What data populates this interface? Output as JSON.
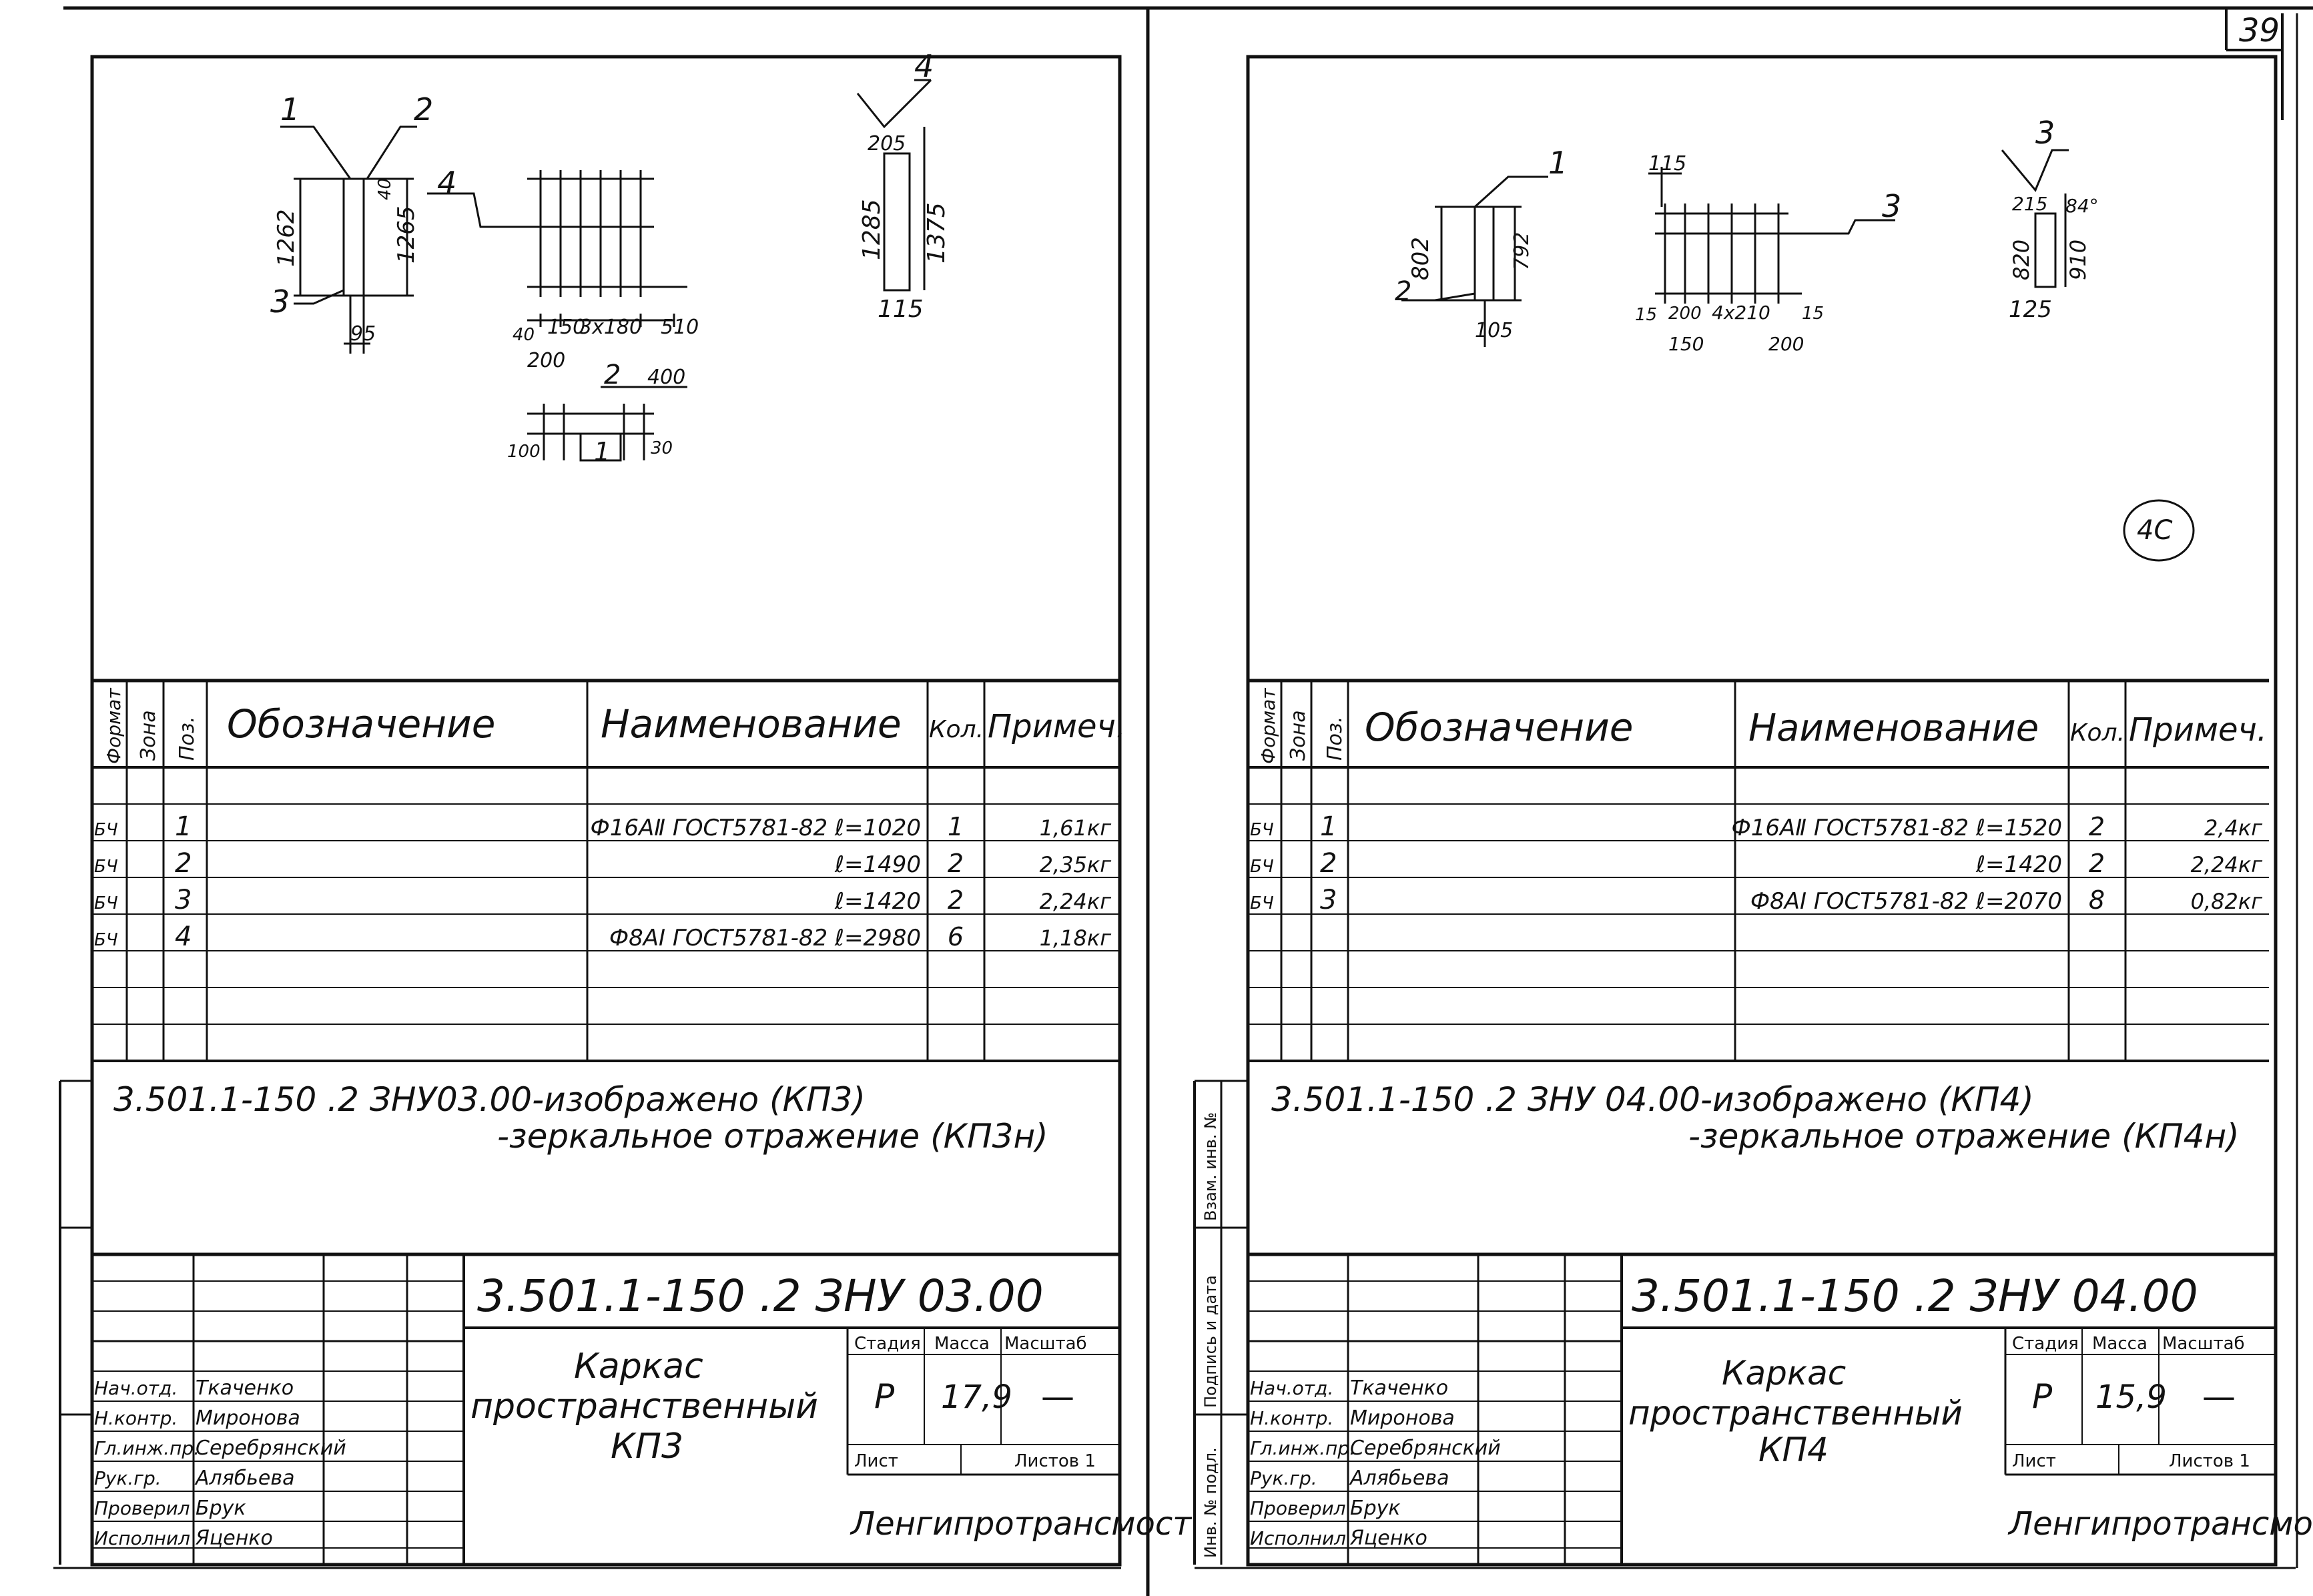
{
  "page_number": "39",
  "side_stamps": [
    "Взам. инв. №",
    "Подпись и дата",
    "Инв. № подл."
  ],
  "table_headers": {
    "format": "Формат",
    "zone": "Зона",
    "pos": "Поз.",
    "designation": "Обозначение",
    "name": "Наименование",
    "qty": "Кол.",
    "note": "Примеч."
  },
  "stage_headers": {
    "stage": "Стадия",
    "mass": "Масса",
    "scale": "Масштаб",
    "sheet": "Лист",
    "sheets": "Листов 1"
  },
  "organization": "Ленгипротрансмост",
  "signers": [
    {
      "role": "Нач.отд.",
      "name": "Ткаченко"
    },
    {
      "role": "Н.контр.",
      "name": "Миронова"
    },
    {
      "role": "Гл.инж.пр.",
      "name": "Серебрянский"
    },
    {
      "role": "Рук.гр.",
      "name": "Алябьева"
    },
    {
      "role": "Проверил",
      "name": "Брук"
    },
    {
      "role": "Исполнил",
      "name": "Яценко"
    }
  ],
  "sheets": [
    {
      "dims": {
        "d1262": "1262",
        "d1265": "1265",
        "d95": "95",
        "d4": "4",
        "d40": "40",
        "d150": "150",
        "d3x180": "3x180",
        "d510": "510",
        "d200": "200",
        "d400": "400",
        "d100": "100",
        "d30": "30",
        "d205": "205",
        "d1285": "1285",
        "d1375": "1375",
        "d115": "115"
      },
      "rows": [
        {
          "format": "БЧ",
          "pos": "1",
          "name": "Ф16АⅡ ГОСТ5781-82 ℓ=1020",
          "qty": "1",
          "note": "1,61кг"
        },
        {
          "format": "БЧ",
          "pos": "2",
          "name": "ℓ=1490",
          "qty": "2",
          "note": "2,35кг"
        },
        {
          "format": "БЧ",
          "pos": "3",
          "name": "ℓ=1420",
          "qty": "2",
          "note": "2,24кг"
        },
        {
          "format": "БЧ",
          "pos": "4",
          "name": "Ф8АⅠ ГОСТ5781-82 ℓ=2980",
          "qty": "6",
          "note": "1,18кг"
        }
      ],
      "note_line1": "3.501.1-150 .2  ЗНУ03.00-изображено  (КП3)",
      "note_line2": "-зеркальное отражение  (КП3н)",
      "doc_code": "3.501.1-150    .2  ЗНУ 03.00",
      "title": "Каркас пространственный КП3",
      "stage": "Р",
      "mass": "17,9",
      "scale": "—"
    },
    {
      "dims": {
        "d802": "802",
        "d792": "792",
        "d105": "105",
        "d115": "115",
        "d15a": "15",
        "d200": "200",
        "d4x210": "4x210",
        "d15b": "15",
        "d150": "150",
        "d200b": "200",
        "d215": "215",
        "d84": "84°",
        "d820": "820",
        "d910": "910",
        "d125": "125"
      },
      "rows": [
        {
          "format": "БЧ",
          "pos": "1",
          "name": "Ф16АⅡ ГОСТ5781-82 ℓ=1520",
          "qty": "2",
          "note": "2,4кг"
        },
        {
          "format": "БЧ",
          "pos": "2",
          "name": "ℓ=1420",
          "qty": "2",
          "note": "2,24кг"
        },
        {
          "format": "БЧ",
          "pos": "3",
          "name": "Ф8АⅠ ГОСТ5781-82 ℓ=2070",
          "qty": "8",
          "note": "0,82кг"
        }
      ],
      "stamp_mark": "4С",
      "note_line1": "3.501.1-150 .2  ЗНУ 04.00-изображено  (КП4)",
      "note_line2": "-зеркальное отражение (КП4н)",
      "doc_code": "3.501.1-150      .2  ЗНУ 04.00",
      "title": "Каркас пространственный КП4",
      "stage": "Р",
      "mass": "15,9",
      "scale": "—"
    }
  ]
}
